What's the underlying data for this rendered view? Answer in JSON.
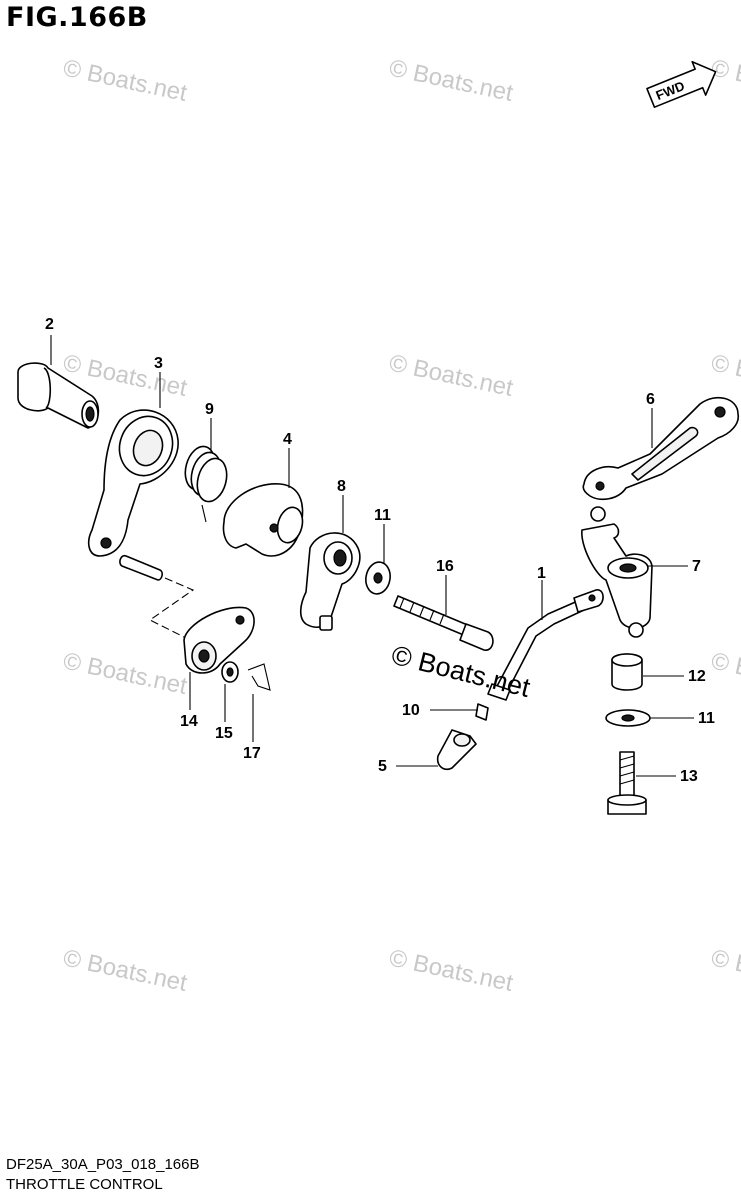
{
  "figure": {
    "title": "FIG.166B",
    "model_code": "DF25A_30A_P03_018_166B",
    "section_name": "THROTTLE CONTROL"
  },
  "direction_arrow": {
    "label": "FWD"
  },
  "watermark": {
    "text": "© Boats.net",
    "prominent_text": "© Boats.net"
  },
  "callouts": [
    {
      "id": "c1",
      "number": "1"
    },
    {
      "id": "c2",
      "number": "2"
    },
    {
      "id": "c3",
      "number": "3"
    },
    {
      "id": "c4",
      "number": "4"
    },
    {
      "id": "c5",
      "number": "5"
    },
    {
      "id": "c6",
      "number": "6"
    },
    {
      "id": "c7",
      "number": "7"
    },
    {
      "id": "c8",
      "number": "8"
    },
    {
      "id": "c9",
      "number": "9"
    },
    {
      "id": "c10",
      "number": "10"
    },
    {
      "id": "c11a",
      "number": "11"
    },
    {
      "id": "c11b",
      "number": "11"
    },
    {
      "id": "c12",
      "number": "12"
    },
    {
      "id": "c13",
      "number": "13"
    },
    {
      "id": "c14",
      "number": "14"
    },
    {
      "id": "c15",
      "number": "15"
    },
    {
      "id": "c16",
      "number": "16"
    },
    {
      "id": "c17",
      "number": "17"
    }
  ]
}
